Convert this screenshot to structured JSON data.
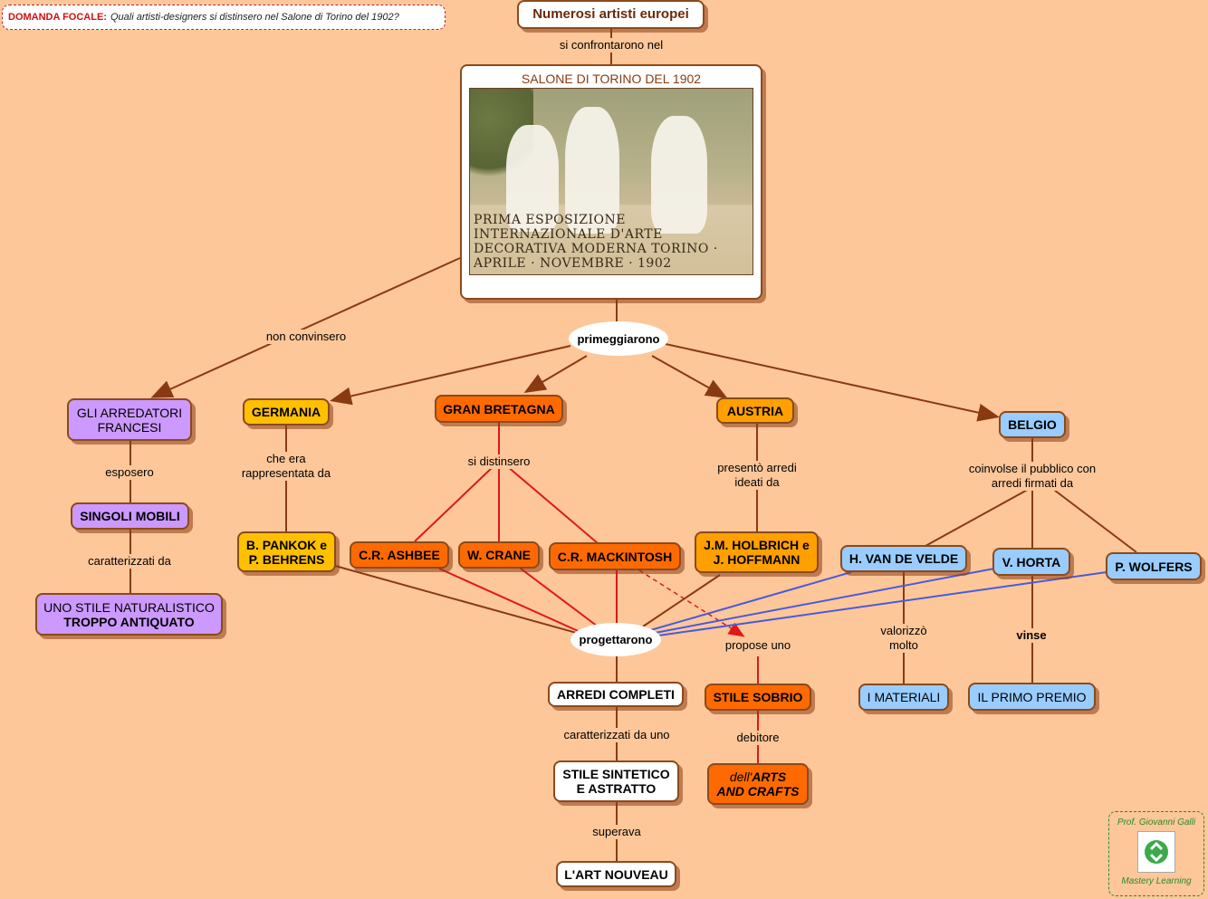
{
  "focal": {
    "label": "DOMANDA FOCALE:",
    "question": "Quali artisti-designers si distinsero nel  Salone di Torino del 1902?"
  },
  "nodes": {
    "top": "Numerosi artisti europei",
    "salone_title": "SALONE DI TORINO DEL 1902",
    "poster_text": "PRIMA ESPOSIZIONE INTERNAZIONALE D'ARTE DECORATIVA MODERNA\nTORINO · APRILE · NOVEMBRE · 1902",
    "primeggiarono": "primeggiarono",
    "progettarono": "progettarono",
    "francesi": "GLI ARREDATORI\nFRANCESI",
    "singoli": "SINGOLI MOBILI",
    "naturalistico_1": "UNO STILE NATURALISTICO",
    "naturalistico_2": "TROPPO ANTIQUATO",
    "germania": "GERMANIA",
    "pankok": "B. PANKOK e\nP. BEHRENS",
    "gran_bretagna": "GRAN BRETAGNA",
    "ashbee": "C.R. ASHBEE",
    "crane": "W. CRANE",
    "mackintosh": "C.R. MACKINTOSH",
    "austria": "AUSTRIA",
    "holbrich": "J.M. HOLBRICH e\nJ. HOFFMANN",
    "belgio": "BELGIO",
    "vandevelde": "H. VAN DE VELDE",
    "horta": "V. HORTA",
    "wolfers": "P. WOLFERS",
    "materiali": "I MATERIALI",
    "premio": "IL PRIMO PREMIO",
    "arredi": "ARREDI COMPLETI",
    "sintetico": "STILE SINTETICO\nE ASTRATTO",
    "artnouveau": "L'ART NOUVEAU",
    "sobrio": "STILE SOBRIO",
    "arts_1": "dell'",
    "arts_2": "ARTS\nAND CRAFTS"
  },
  "labels": {
    "confrontarono": "si confrontarono nel",
    "non_convinsero": "non convinsero",
    "esposero": "esposero",
    "caratterizzati": "caratterizzati da",
    "rappresentata": "che era\nrappresentata da",
    "distinsero": "si distinsero",
    "presento": "presentò arredi\nideati da",
    "coinvolse": "coinvolse il pubblico con\narredi firmati da",
    "valorizzo": "valorizzò\nmolto",
    "vinse": "vinse",
    "propose": "propose uno",
    "caratterizzati_uno": "caratterizzati da uno",
    "superava": "superava",
    "debitore": "debitore"
  },
  "badge": {
    "author": "Prof. Giovanni Galli",
    "brand": "Mastery Learning"
  },
  "colors": {
    "background": "#FDC79A",
    "brown_link": "#8a3a10",
    "red_link": "#e01818",
    "blue_link": "#4a5ad8"
  }
}
